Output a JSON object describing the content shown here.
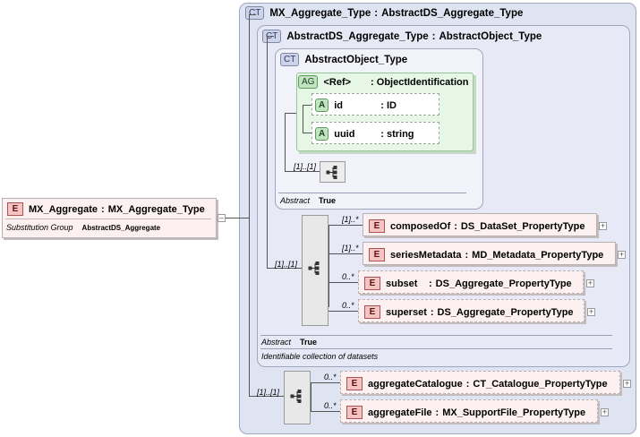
{
  "root": {
    "badge": "E",
    "name": "MX_Aggregate",
    "type": "MX_Aggregate_Type",
    "subst_label": "Substitution Group",
    "subst_value": "AbstractDS_Aggregate"
  },
  "mx_type": {
    "badge": "CT",
    "name": "MX_Aggregate_Type",
    "base": "AbstractDS_Aggregate_Type"
  },
  "ds_type": {
    "badge": "CT",
    "name": "AbstractDS_Aggregate_Type",
    "base": "AbstractObject_Type",
    "abstract_label": "Abstract",
    "abstract_value": "True",
    "doc": "Identifiable collection of datasets"
  },
  "obj_type": {
    "badge": "CT",
    "name": "AbstractObject_Type",
    "abstract_label": "Abstract",
    "abstract_value": "True"
  },
  "attr_group": {
    "badge": "AG",
    "ref": "<Ref>",
    "name": "ObjectIdentification",
    "attrs": [
      {
        "badge": "A",
        "name": "id",
        "type": "ID"
      },
      {
        "badge": "A",
        "name": "uuid",
        "type": "string"
      }
    ]
  },
  "obj_seq_card": "[1]..[1]",
  "ds_seq_card": "[1]..[1]",
  "mx_seq_card": "[1]..[1]",
  "ds_elements": [
    {
      "badge": "E",
      "name": "composedOf",
      "type": "DS_DataSet_PropertyType",
      "card": "[1]..*"
    },
    {
      "badge": "E",
      "name": "seriesMetadata",
      "type": "MD_Metadata_PropertyType",
      "card": "[1]..*"
    },
    {
      "badge": "E",
      "name": "subset",
      "type": "DS_Aggregate_PropertyType",
      "card": "0..*"
    },
    {
      "badge": "E",
      "name": "superset",
      "type": "DS_Aggregate_PropertyType",
      "card": "0..*"
    }
  ],
  "mx_elements": [
    {
      "badge": "E",
      "name": "aggregateCatalogue",
      "type": "CT_Catalogue_PropertyType",
      "card": "0..*"
    },
    {
      "badge": "E",
      "name": "aggregateFile",
      "type": "MX_SupportFile_PropertyType",
      "card": "0..*"
    }
  ],
  "colors": {
    "element": "#fdf0f0",
    "complex_type": "#dfe4f2",
    "attribute_group": "#e6f7e6"
  }
}
